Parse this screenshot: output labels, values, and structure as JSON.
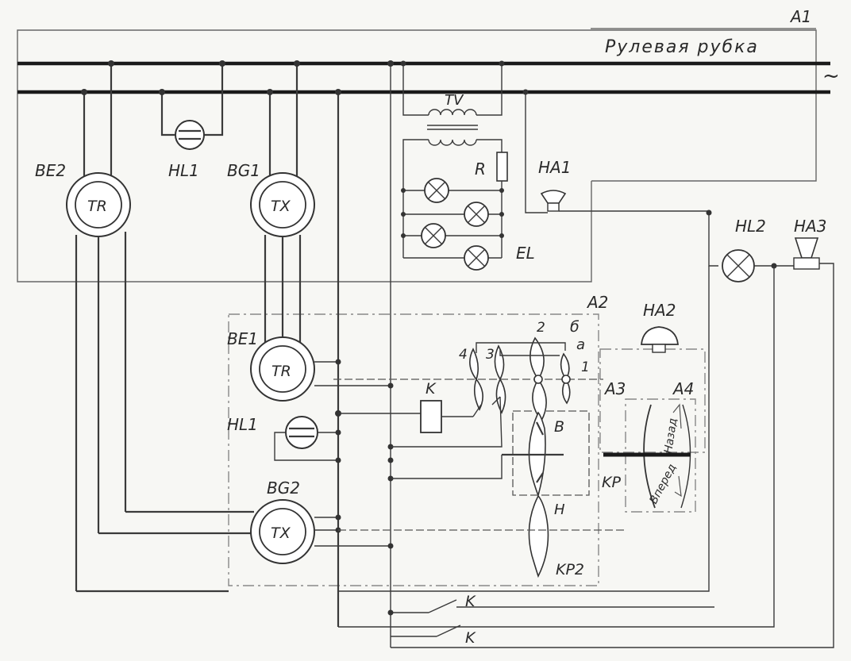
{
  "labels": {
    "a1": "A1",
    "a2": "A2",
    "a3": "A3",
    "a4": "A4",
    "location": "Рулевая рубка",
    "ac_symbol": "~",
    "be2": "BE2",
    "bg1": "BG1",
    "hl1_top": "HL1",
    "be1": "BE1",
    "hl1_mid": "HL1",
    "bg2": "BG2",
    "tr_top": "TR",
    "tx_top": "TX",
    "tr_mid": "TR",
    "tx_bot": "TX",
    "tv": "TV",
    "r": "R",
    "el": "EL",
    "ha1": "HA1",
    "ha2": "HA2",
    "ha3": "HA3",
    "hl2": "HL2",
    "relay_k": "K",
    "contact_k1": "K",
    "contact_k2": "K",
    "cam_1": "1",
    "cam_2": "2",
    "cam_3": "3",
    "cam_4": "4",
    "pos_b_cyr": "б",
    "pos_a": "a",
    "sector_v": "B",
    "sector_n": "H",
    "kp": "KP",
    "kp2": "KP2",
    "dir_back": "Назад",
    "dir_fwd": "Вперед"
  }
}
